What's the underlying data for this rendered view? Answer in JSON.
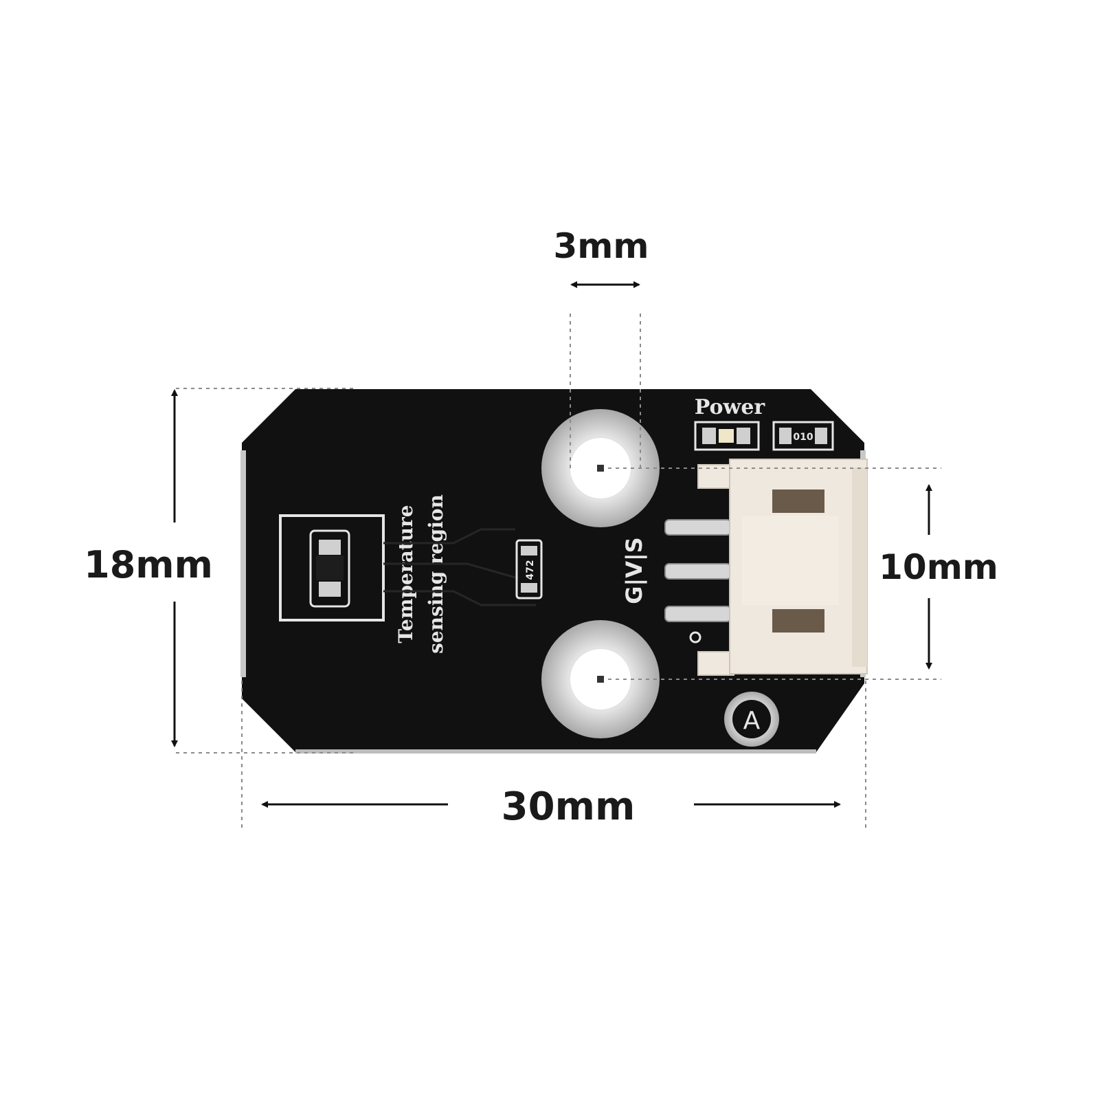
{
  "dimensions": {
    "hole_diameter": "3mm",
    "board_height": "18mm",
    "hole_spacing": "10mm",
    "board_width": "30mm"
  },
  "board": {
    "silkscreen_region_line1": "Temperature",
    "silkscreen_region_line2": "sensing region",
    "power_label": "Power",
    "pin_label": "G|V|S",
    "resistor_code": "472",
    "diode_code": "010",
    "logo_letter": "A",
    "pcb_color": "#111111",
    "pad_color": "#c9c9c9",
    "connector_color": "#efe8de"
  }
}
